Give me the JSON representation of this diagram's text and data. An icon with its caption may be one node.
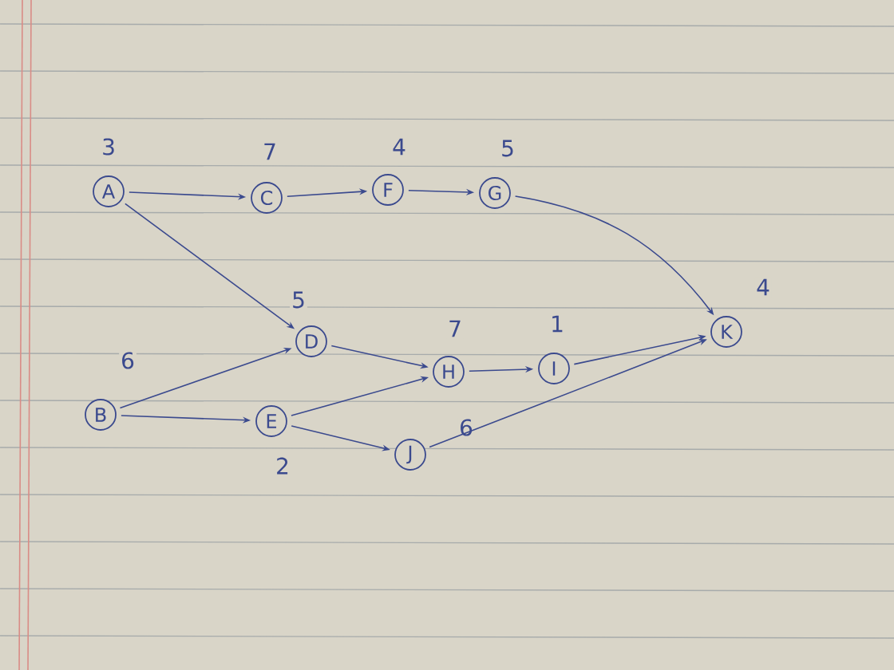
{
  "diagram": {
    "nodes": [
      {
        "text": [
          "A"
        ],
        "beside": [
          "3"
        ]
      },
      {
        "text": [
          "B"
        ],
        "beside": [
          "6"
        ]
      },
      {
        "text": [
          "C"
        ],
        "beside": [
          "7"
        ]
      },
      {
        "text": [
          "D"
        ],
        "beside": [
          "5"
        ]
      },
      {
        "text": [
          "E"
        ],
        "beside": [
          "2"
        ]
      },
      {
        "text": [
          "F"
        ],
        "beside": [
          "4"
        ]
      },
      {
        "text": [
          "G"
        ],
        "beside": [
          "5"
        ]
      },
      {
        "text": [
          "H"
        ],
        "beside": [
          "7"
        ]
      },
      {
        "text": [
          "I"
        ],
        "beside": [
          "1"
        ]
      },
      {
        "text": [
          "J"
        ],
        "beside": [
          "6"
        ]
      },
      {
        "text": [
          "K"
        ],
        "beside": [
          "4"
        ]
      }
    ],
    "edges": [
      {
        "from": 0,
        "to": 2,
        "arrow": "to"
      },
      {
        "from": 0,
        "to": 3,
        "arrow": "to"
      },
      {
        "from": 1,
        "to": 3,
        "arrow": "to"
      },
      {
        "from": 1,
        "to": 4,
        "arrow": "to"
      },
      {
        "from": 2,
        "to": 5,
        "arrow": "to"
      },
      {
        "from": 3,
        "to": 7,
        "arrow": "to"
      },
      {
        "from": 4,
        "to": 7,
        "arrow": "to"
      },
      {
        "from": 4,
        "to": 9,
        "arrow": "to"
      },
      {
        "from": 5,
        "to": 6,
        "arrow": "to"
      },
      {
        "from": 6,
        "to": 10,
        "arrow": "to"
      },
      {
        "from": 7,
        "to": 8,
        "arrow": "to"
      },
      {
        "from": 8,
        "to": 10,
        "arrow": "to"
      },
      {
        "from": 9,
        "to": 10,
        "arrow": "to"
      }
    ]
  }
}
